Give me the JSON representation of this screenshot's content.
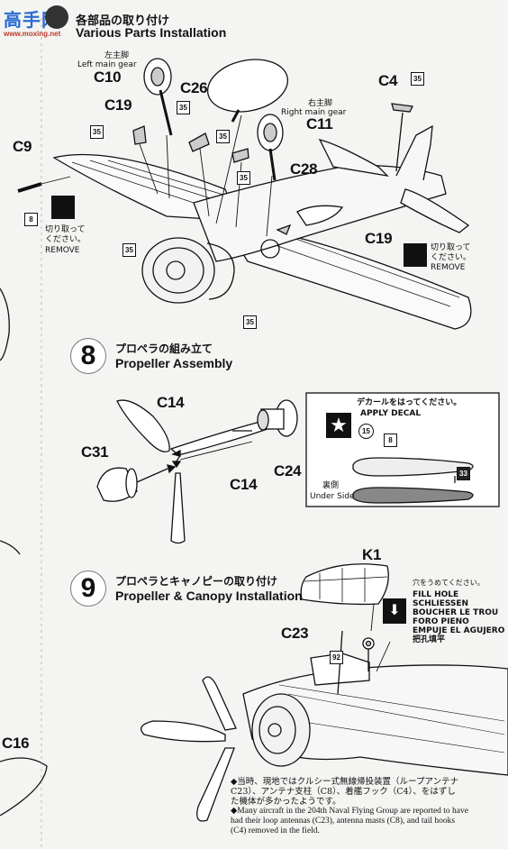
{
  "watermark": {
    "text": "高手网",
    "url": "www.moxing.net"
  },
  "section_parts": {
    "title_jp": "各部品の取り付け",
    "title_en": "Various Parts Installation"
  },
  "parts": {
    "c10": "C10",
    "c19a": "C19",
    "c26": "C26",
    "c4": "C4",
    "c11": "C11",
    "c28": "C28",
    "c9": "C9",
    "c19b": "C19",
    "c16": "C16",
    "c14a": "C14",
    "c14b": "C14",
    "c31": "C31",
    "c24": "C24",
    "k1": "K1",
    "c23": "C23"
  },
  "gear_left": {
    "jp": "左主脚",
    "en": "Left main gear"
  },
  "gear_right": {
    "jp": "右主脚",
    "en": "Right main gear"
  },
  "codes": {
    "b35": "35",
    "b8": "8",
    "b92": "92",
    "b33": "33",
    "circle15": "15"
  },
  "remove_left": {
    "jp1": "切り取って",
    "jp2": "ください。",
    "en": "REMOVE"
  },
  "remove_right": {
    "jp1": "切り取って",
    "jp2": "ください。",
    "en": "REMOVE"
  },
  "step8": {
    "num": "8",
    "title_jp": "プロペラの組み立て",
    "title_en": "Propeller Assembly"
  },
  "decal": {
    "jp": "デカールをはってください。",
    "en": "APPLY DECAL",
    "under_jp": "裏側",
    "under_en": "Under Side"
  },
  "step9": {
    "num": "9",
    "title_jp": "プロペラとキャノピーの取り付け",
    "title_en": "Propeller & Canopy Installation"
  },
  "fill_hole": {
    "jp": "穴をうめてください。",
    "l1": "FILL HOLE",
    "l2": "SCHLIESSEN",
    "l3": "BOUCHER LE TROU",
    "l4": "FORO PIENO",
    "l5": "EMPUJE EL AGUJERO",
    "l6": "把孔填平"
  },
  "note": {
    "jp1": "◆当時、現地ではクルシー式無線帰投装置（ループアンテナ",
    "jp2": "C23）、アンテナ支柱（C8）、着艦フック（C4）、をはずし",
    "jp3": "た機体が多かったようです。",
    "en1": "◆Many aircraft in the 204th Naval Flying Group are reported to have",
    "en2": "had their loop antennas (C23), antenna masts (C8), and tail hooks",
    "en3": "(C4) removed in the field."
  }
}
